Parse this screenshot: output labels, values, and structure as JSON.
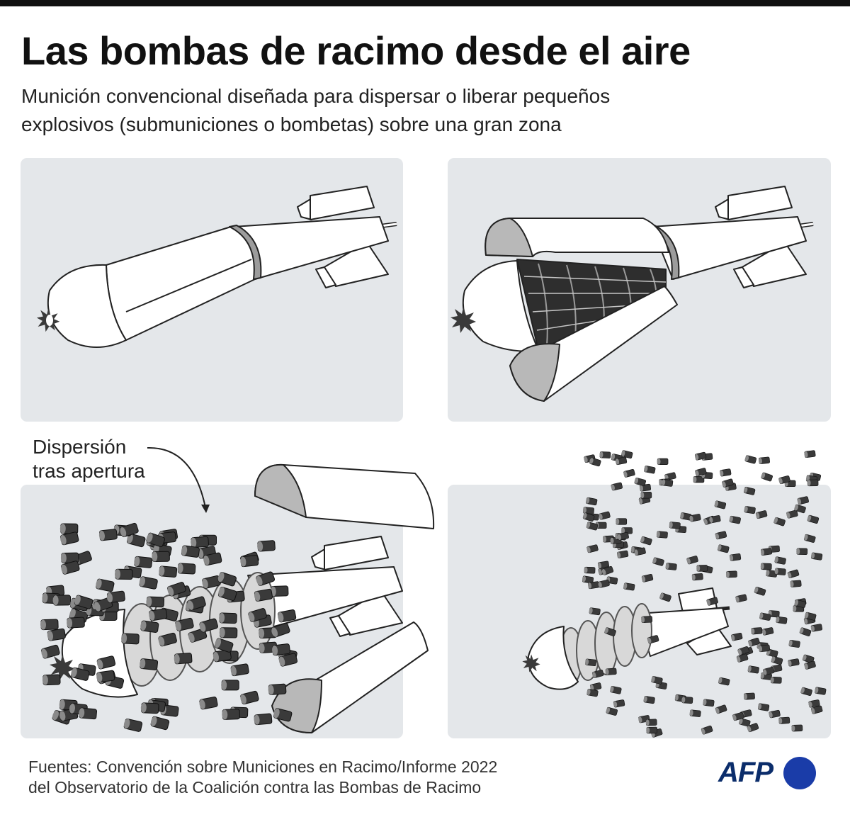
{
  "title": "Las bombas de racimo desde el aire",
  "subtitle": [
    "Munición convencional diseñada para dispersar o liberar pequeños",
    "explosivos (submuniciones o bombetas) sobre una gran zona"
  ],
  "annotation": [
    "Dispersión",
    "tras apertura"
  ],
  "sources": [
    "Fuentes: Convención sobre Municiones en Racimo/Informe 2022",
    "del Observatorio de la Coalición contra las Bombas de Racimo"
  ],
  "logo": {
    "text": "AFP",
    "dot_color": "#1a3ca8"
  },
  "colors": {
    "panel_bg": "#e4e7ea",
    "outline": "#222222",
    "shell_inner": "#b8b8b8",
    "bomblet": "#3a3a3a"
  },
  "panels": [
    {
      "stage": "closed-bomb"
    },
    {
      "stage": "opening-casing"
    },
    {
      "stage": "dispersion-after-opening"
    },
    {
      "stage": "bomblets-scattered"
    }
  ]
}
